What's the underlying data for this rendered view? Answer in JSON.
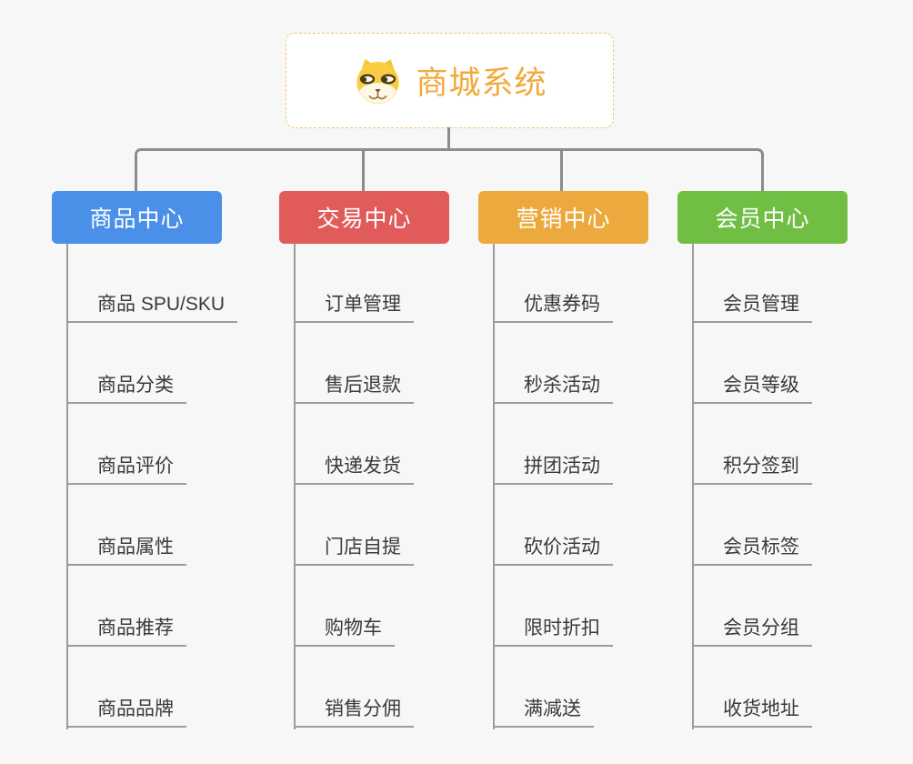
{
  "root": {
    "title": "商城系统",
    "icon": "shiba-dog-icon",
    "title_color": "#f2a93c",
    "border_color": "#f0c27c"
  },
  "connector_color": "#8c8c8c",
  "leaf_line_color": "#9c9c9c",
  "background_color": "#f7f7f7",
  "branches": [
    {
      "label": "商品中心",
      "color": "#4a90e8",
      "items": [
        "商品 SPU/SKU",
        "商品分类",
        "商品评价",
        "商品属性",
        "商品推荐",
        "商品品牌"
      ]
    },
    {
      "label": "交易中心",
      "color": "#e15b5b",
      "items": [
        "订单管理",
        "售后退款",
        "快递发货",
        "门店自提",
        "购物车",
        "销售分佣"
      ]
    },
    {
      "label": "营销中心",
      "color": "#eca93d",
      "items": [
        "优惠券码",
        "秒杀活动",
        "拼团活动",
        "砍价活动",
        "限时折扣",
        "满减送"
      ]
    },
    {
      "label": "会员中心",
      "color": "#71be45",
      "items": [
        "会员管理",
        "会员等级",
        "积分签到",
        "会员标签",
        "会员分组",
        "收货地址"
      ]
    }
  ]
}
